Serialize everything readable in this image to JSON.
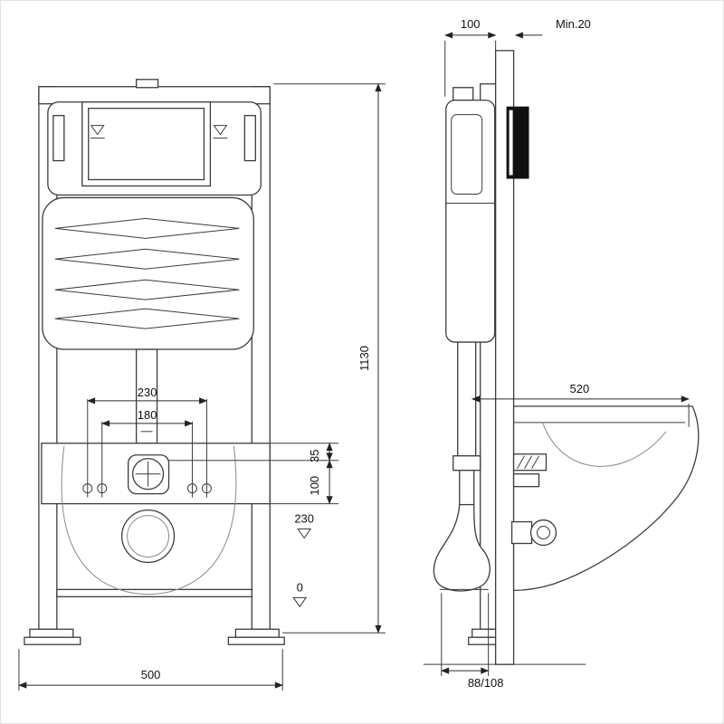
{
  "drawing": {
    "front": {
      "width": "500",
      "height": "1130",
      "fixing_outer": "230",
      "fixing_inner": "180",
      "offset_a": "35",
      "offset_b": "100",
      "outlet_level": "230",
      "floor_level": "0"
    },
    "side": {
      "frame_depth": "100",
      "wall_min": "Min.20",
      "pan_depth": "520",
      "outlet_diameter": "88/108"
    },
    "colors": {
      "line": "#3c3c3c",
      "flush_plate": "#111111",
      "background": "#ffffff"
    }
  }
}
